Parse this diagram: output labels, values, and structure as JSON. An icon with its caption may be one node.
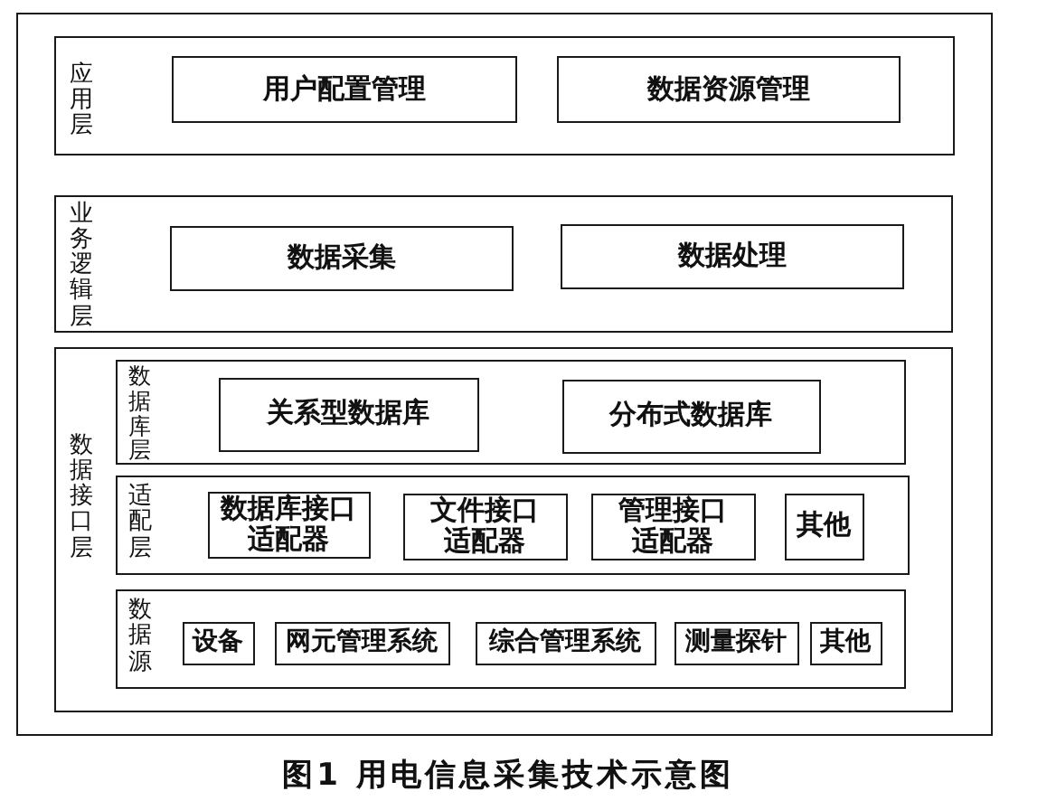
{
  "diagram": {
    "caption": "图1 用电信息采集技术示意图",
    "nodes": [
      {
        "text": [],
        "shape": "box"
      },
      {
        "text": [
          "应用层"
        ],
        "in": 0
      },
      {
        "text": [
          "用户配置管理"
        ],
        "in": 1
      },
      {
        "text": [
          "数据资源管理"
        ],
        "in": 1
      },
      {
        "text": [
          "业务逻辑层"
        ],
        "in": 0
      },
      {
        "text": [
          "数据采集"
        ],
        "in": 4
      },
      {
        "text": [
          "数据处理"
        ],
        "in": 4
      },
      {
        "text": [
          "数据接口层"
        ],
        "in": 0
      },
      {
        "text": [
          "数据库层"
        ],
        "in": 7
      },
      {
        "text": [
          "关系型数据库"
        ],
        "in": 8
      },
      {
        "text": [
          "分布式数据库"
        ],
        "in": 8
      },
      {
        "text": [
          "适配层"
        ],
        "in": 7
      },
      {
        "text": [
          "数据库接口适配器"
        ],
        "in": 11
      },
      {
        "text": [
          "文件接口适配器"
        ],
        "in": 11
      },
      {
        "text": [
          "管理接口适配器"
        ],
        "in": 11
      },
      {
        "text": [
          "其他"
        ],
        "in": 11
      },
      {
        "text": [
          "数据源"
        ],
        "in": 7
      },
      {
        "text": [
          "设备"
        ],
        "in": 16
      },
      {
        "text": [
          "网元管理系统"
        ],
        "in": 16
      },
      {
        "text": [
          "综合管理系统"
        ],
        "in": 16
      },
      {
        "text": [
          "测量探针"
        ],
        "in": 16
      },
      {
        "text": [
          "其他"
        ],
        "in": 16
      }
    ]
  }
}
